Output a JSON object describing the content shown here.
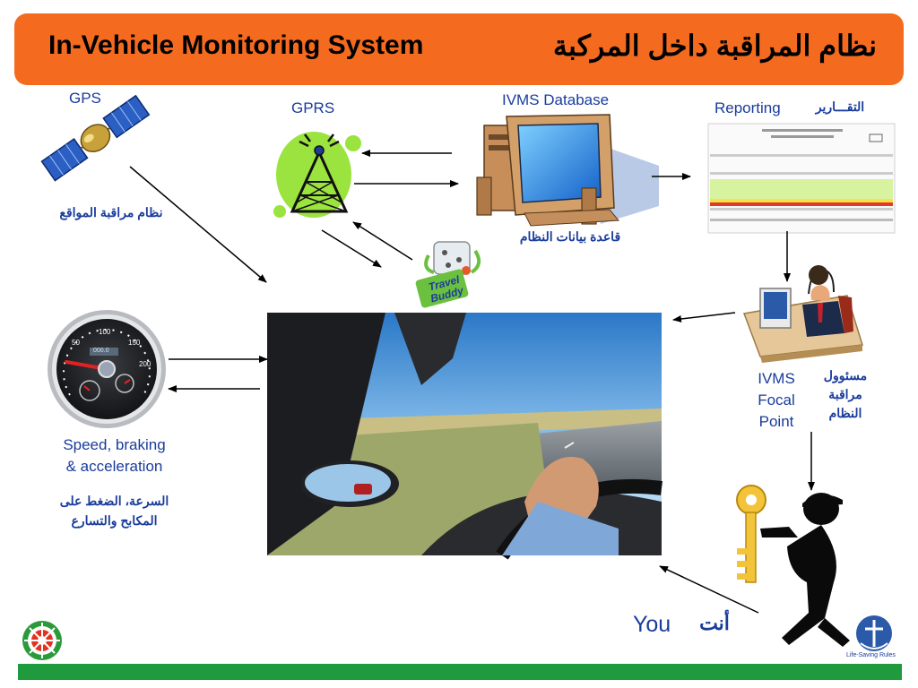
{
  "header": {
    "title_en": "In-Vehicle Monitoring System",
    "title_ar": "نظام المراقبة داخل المركبة"
  },
  "gps": {
    "label": "GPS",
    "label_ar": "نظام مراقبة المواقع"
  },
  "gprs": {
    "label": "GPRS"
  },
  "database": {
    "label": "IVMS Database",
    "label_ar": "قاعدة بيانات النظام"
  },
  "reporting": {
    "label": "Reporting",
    "label_ar": "التقـــارير"
  },
  "travel_buddy": {
    "line1": "Travel",
    "line2": "Buddy"
  },
  "focal_point": {
    "line1": "IVMS",
    "line2": "Focal",
    "line3": "Point",
    "ar1": "مسئوول",
    "ar2": "مراقبة",
    "ar3": "النظام"
  },
  "gauge": {
    "line1": "Speed, braking",
    "line2": "& acceleration",
    "ar1": "السرعة، الضغط على",
    "ar2": "المكابح والتسارع",
    "ticks": [
      "50",
      "100",
      "150",
      "200"
    ],
    "readout": "000.0"
  },
  "you": {
    "label": "You",
    "label_ar": "أنت"
  },
  "footer": {
    "logo_text": "Life-Saving Rules"
  },
  "colors": {
    "banner": "#f46b1f",
    "label_blue": "#1a3c9c",
    "footer_bar": "#1f9a3c"
  }
}
